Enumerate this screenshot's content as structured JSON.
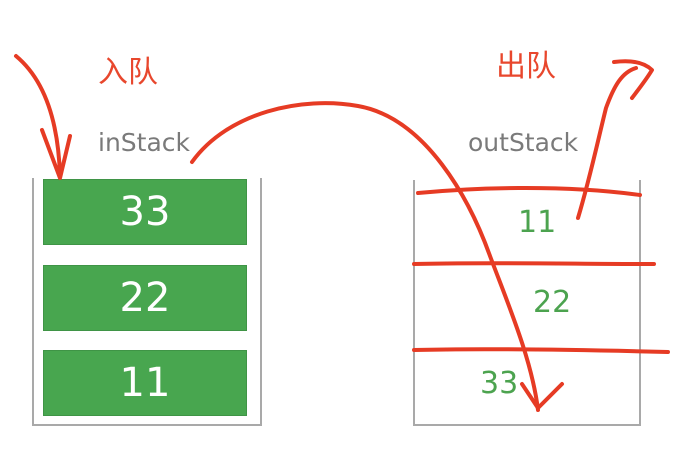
{
  "captions": {
    "enqueue": "入队",
    "dequeue": "出队"
  },
  "in_stack": {
    "label": "inStack",
    "items": [
      "33",
      "22",
      "11"
    ]
  },
  "out_stack": {
    "label": "outStack",
    "items": [
      "11",
      "22",
      "33"
    ]
  },
  "colors": {
    "annotation": "#e63b24",
    "cell_fill": "#48a64f",
    "out_text": "#4ca34f",
    "label_text": "#7a7a7a"
  }
}
